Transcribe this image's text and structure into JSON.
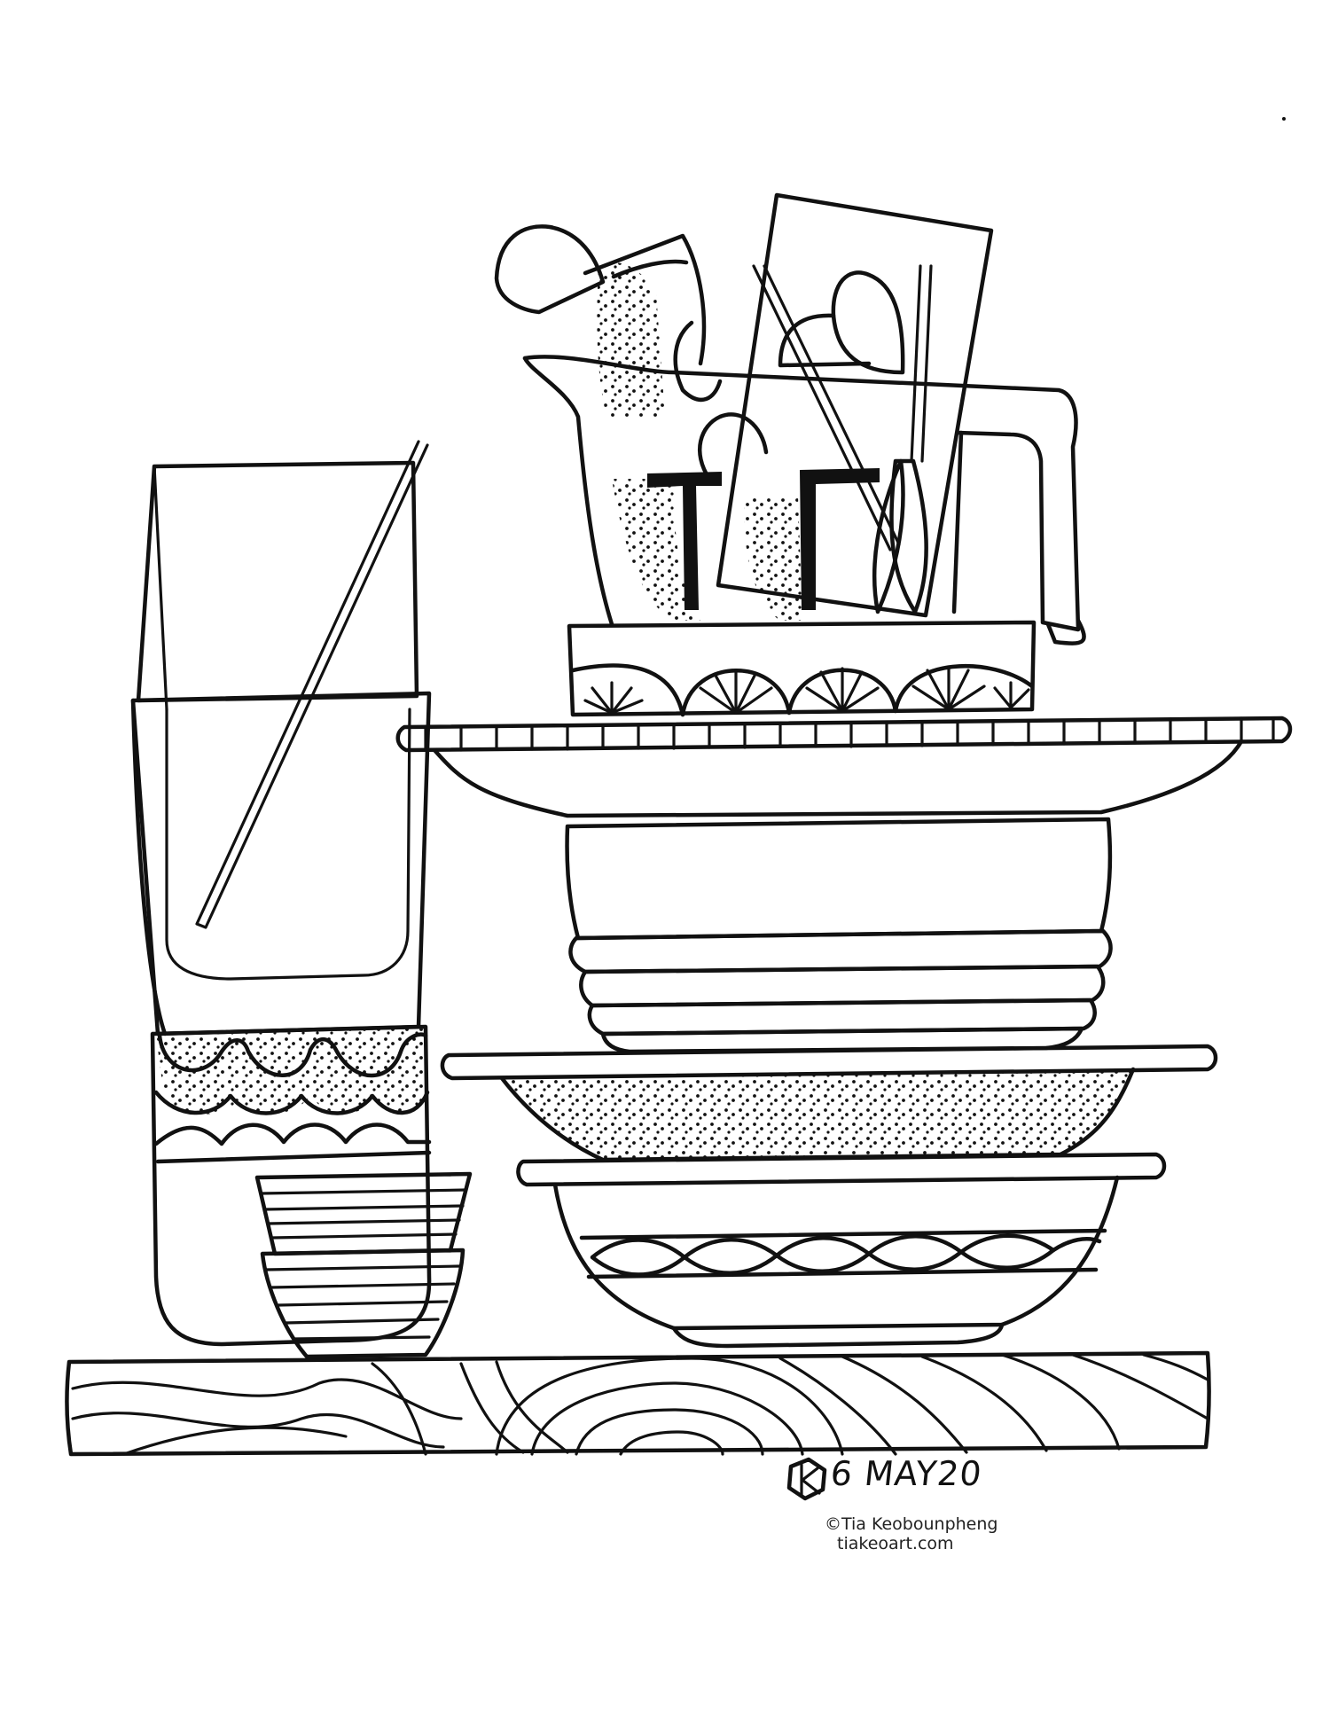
{
  "artwork": {
    "signature_date": "6 MAY20",
    "copyright": "©Tia Keobounpheng",
    "website": "tiakeoart.com"
  },
  "colors": {
    "ink": "#111111",
    "paper": "#ffffff"
  },
  "icons": [
    "monogram-icon"
  ]
}
